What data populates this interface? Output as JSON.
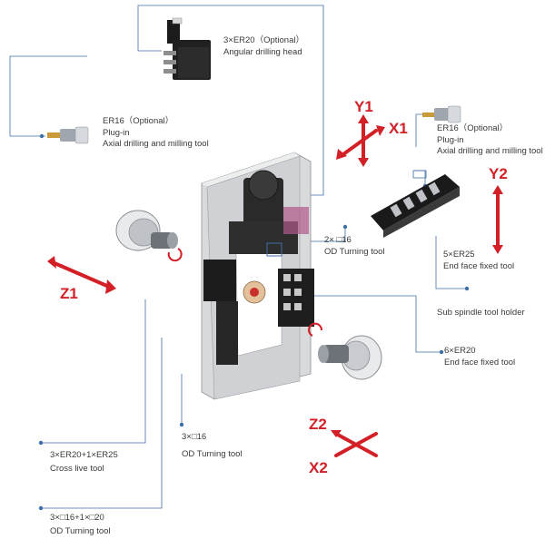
{
  "labels": {
    "angular_head": {
      "line1": "3×ER20（Optional）",
      "line2": "Angular drilling head"
    },
    "er16_left": {
      "line1": "ER16（Optional）",
      "line2": "Plug-in",
      "line3": "Axial drilling and milling tool"
    },
    "er16_right": {
      "line1": "ER16（Optional）",
      "line2": "Plug-in",
      "line3": "Axial drilling and milling tool"
    },
    "od_2x16": {
      "line1": "2× □16",
      "line2": "OD Turning tool"
    },
    "er25": {
      "line1": "5×ER25",
      "line2": "End face fixed tool"
    },
    "sub_spindle": {
      "line1": "Sub spindle tool holder"
    },
    "er20_6": {
      "line1": "6×ER20",
      "line2": "End face fixed tool"
    },
    "od_3x16": {
      "line1": "3×□16",
      "line2": "OD Turning tool"
    },
    "cross_live": {
      "line1": "3×ER20+1×ER25",
      "line2": "Cross live tool"
    },
    "od_combo": {
      "line1": "3×□16+1×□20",
      "line2": "OD Turning tool"
    }
  },
  "axes": {
    "y1": "Y1",
    "x1": "X1",
    "y2": "Y2",
    "z1": "Z1",
    "z2": "Z2",
    "x2": "X2"
  },
  "colors": {
    "axis": "#d32027",
    "leader": "#3f6fa8",
    "text": "#3a3a3a"
  }
}
